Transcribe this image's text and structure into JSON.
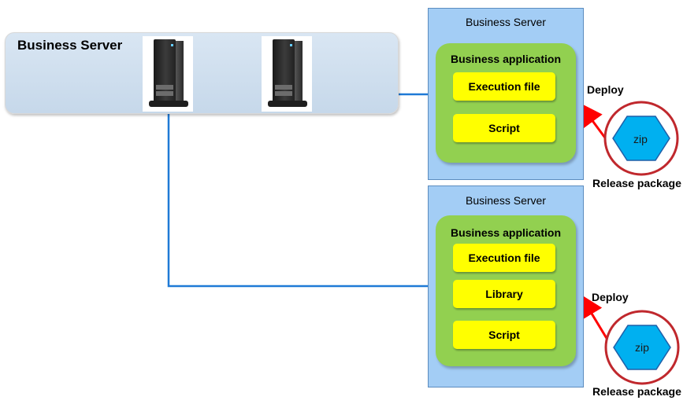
{
  "left_band": {
    "title": "Business Server"
  },
  "servers": [
    {
      "title": "Business Server",
      "app_title": "Business application",
      "components": [
        "Execution file",
        "Script"
      ],
      "deploy_label": "Deploy",
      "package_label": "zip",
      "release_label": "Release package"
    },
    {
      "title": "Business Server",
      "app_title": "Business application",
      "components": [
        "Execution file",
        "Library",
        "Script"
      ],
      "deploy_label": "Deploy",
      "package_label": "zip",
      "release_label": "Release package"
    }
  ],
  "colors": {
    "server_box": "#a3cdf5",
    "application": "#92d050",
    "component": "#ffff00",
    "connector": "#1f7ad6",
    "deploy_arrow": "#ff0000",
    "package": "#00b0f0",
    "package_ring": "#c0282d"
  }
}
